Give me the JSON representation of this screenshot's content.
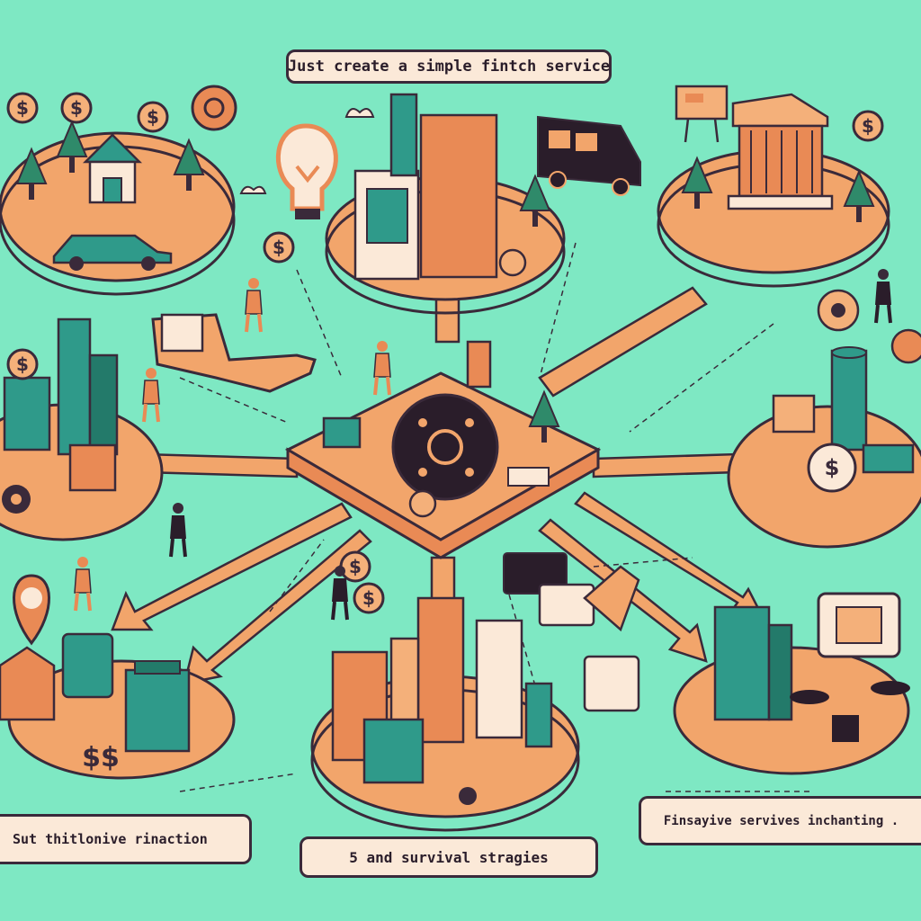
{
  "title": "Just create a simple fintch service",
  "captions": {
    "bottom_left": "Sut thitlonive rinaction",
    "bottom_center": "5 and survival stragies",
    "bottom_right": "Finsayive servives inchanting ."
  },
  "coin_symbol": "$",
  "colors": {
    "background": "#7ee8c3",
    "platform": "#f2a56b",
    "outline": "#3a2a3a",
    "building_teal": "#2f9a8a",
    "building_orange": "#e98a55",
    "caption_bg": "#fbe9d8"
  },
  "icons": [
    "lightbulb-icon",
    "dollar-coin-icon",
    "gear-icon",
    "cloud-icon",
    "pointing-hand-icon",
    "card-icon",
    "tree-icon",
    "car-icon",
    "van-icon",
    "bank-icon"
  ]
}
